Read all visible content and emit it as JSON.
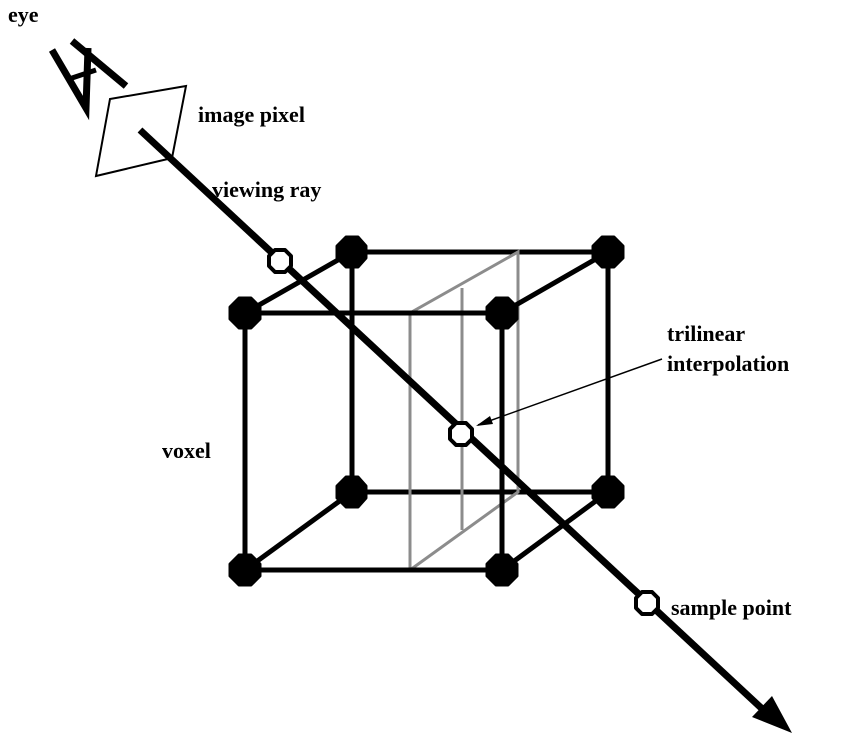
{
  "labels": {
    "eye": "eye",
    "image_pixel": "image pixel",
    "viewing_ray": "viewing ray",
    "trilinear_line1": "trilinear",
    "trilinear_line2": "interpolation",
    "voxel": "voxel",
    "sample_point": "sample point"
  },
  "colors": {
    "stroke": "#000000",
    "slice_plane": "#8c8c8c",
    "background": "#ffffff"
  }
}
